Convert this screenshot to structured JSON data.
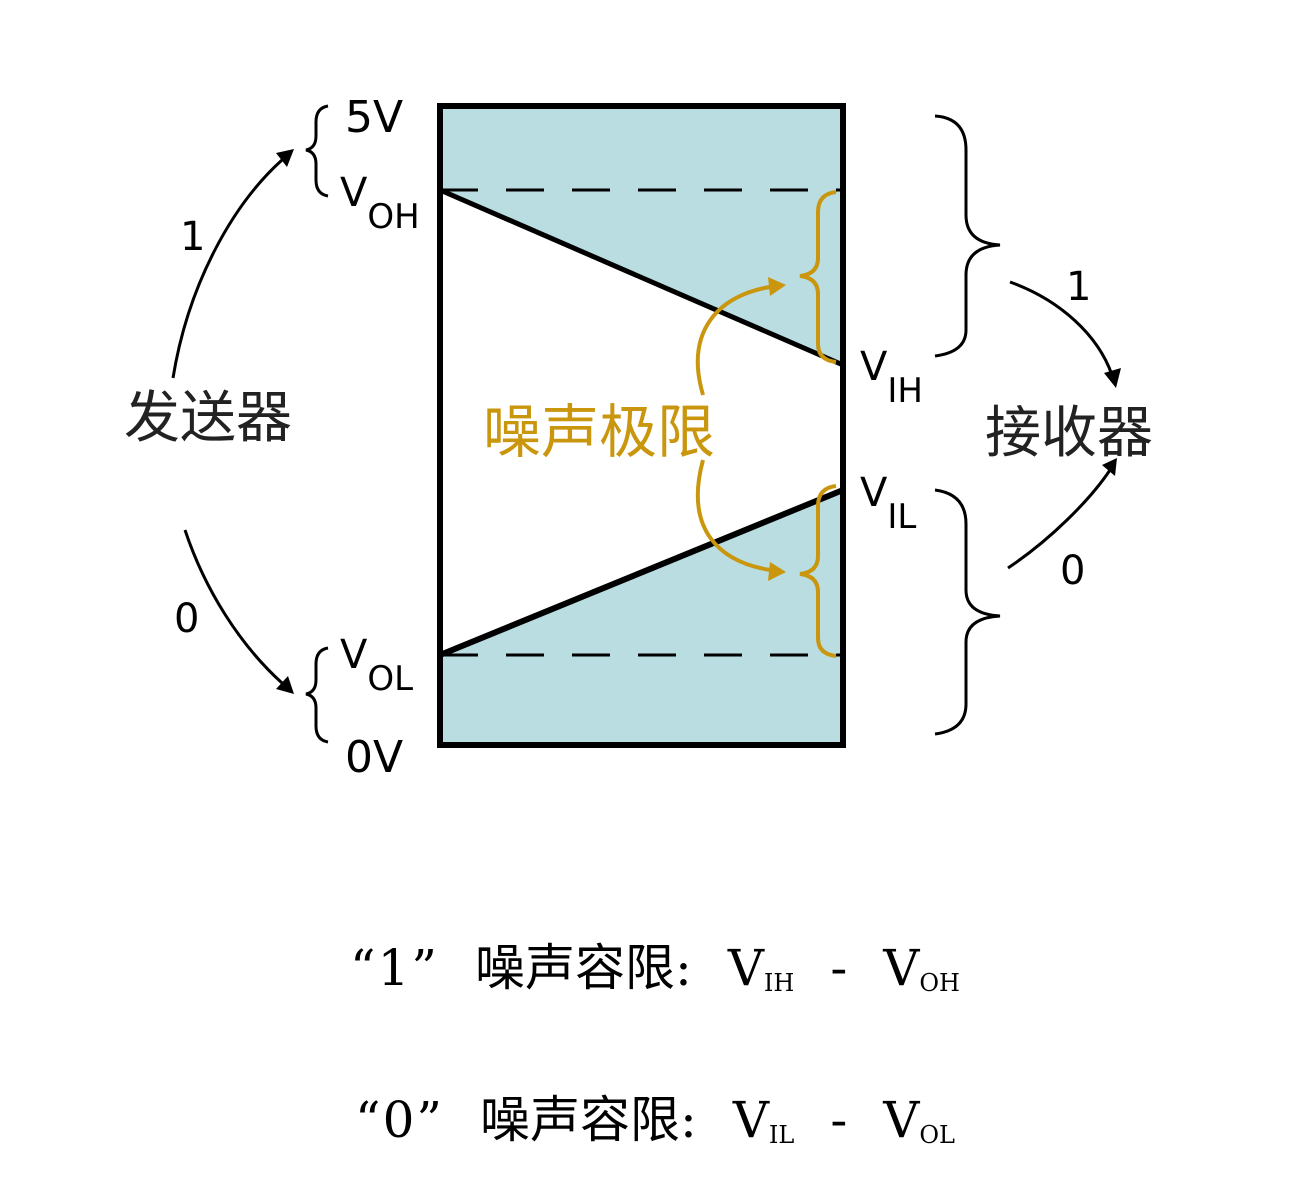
{
  "colors": {
    "fill": "#b9dde0",
    "accent": "#c9960d",
    "line": "#000000"
  },
  "labels": {
    "v5": "5V",
    "voh_main": "V",
    "voh_sub": "OH",
    "vol_main": "V",
    "vol_sub": "OL",
    "v0": "0V",
    "vih_main": "V",
    "vih_sub": "IH",
    "vil_main": "V",
    "vil_sub": "IL",
    "sender": "发送器",
    "receiver": "接收器",
    "noise_limit": "噪声极限",
    "sender_1": "1",
    "sender_0": "0",
    "receiver_1": "1",
    "receiver_0": "0"
  },
  "formulas": [
    {
      "quote": "“1”",
      "text": "噪声容限:",
      "a_main": "V",
      "a_sub": "IH",
      "minus": "-",
      "b_main": "V",
      "b_sub": "OH"
    },
    {
      "quote": "“0”",
      "text": "噪声容限:",
      "a_main": "V",
      "a_sub": "IL",
      "minus": "-",
      "b_main": "V",
      "b_sub": "OL"
    }
  ]
}
